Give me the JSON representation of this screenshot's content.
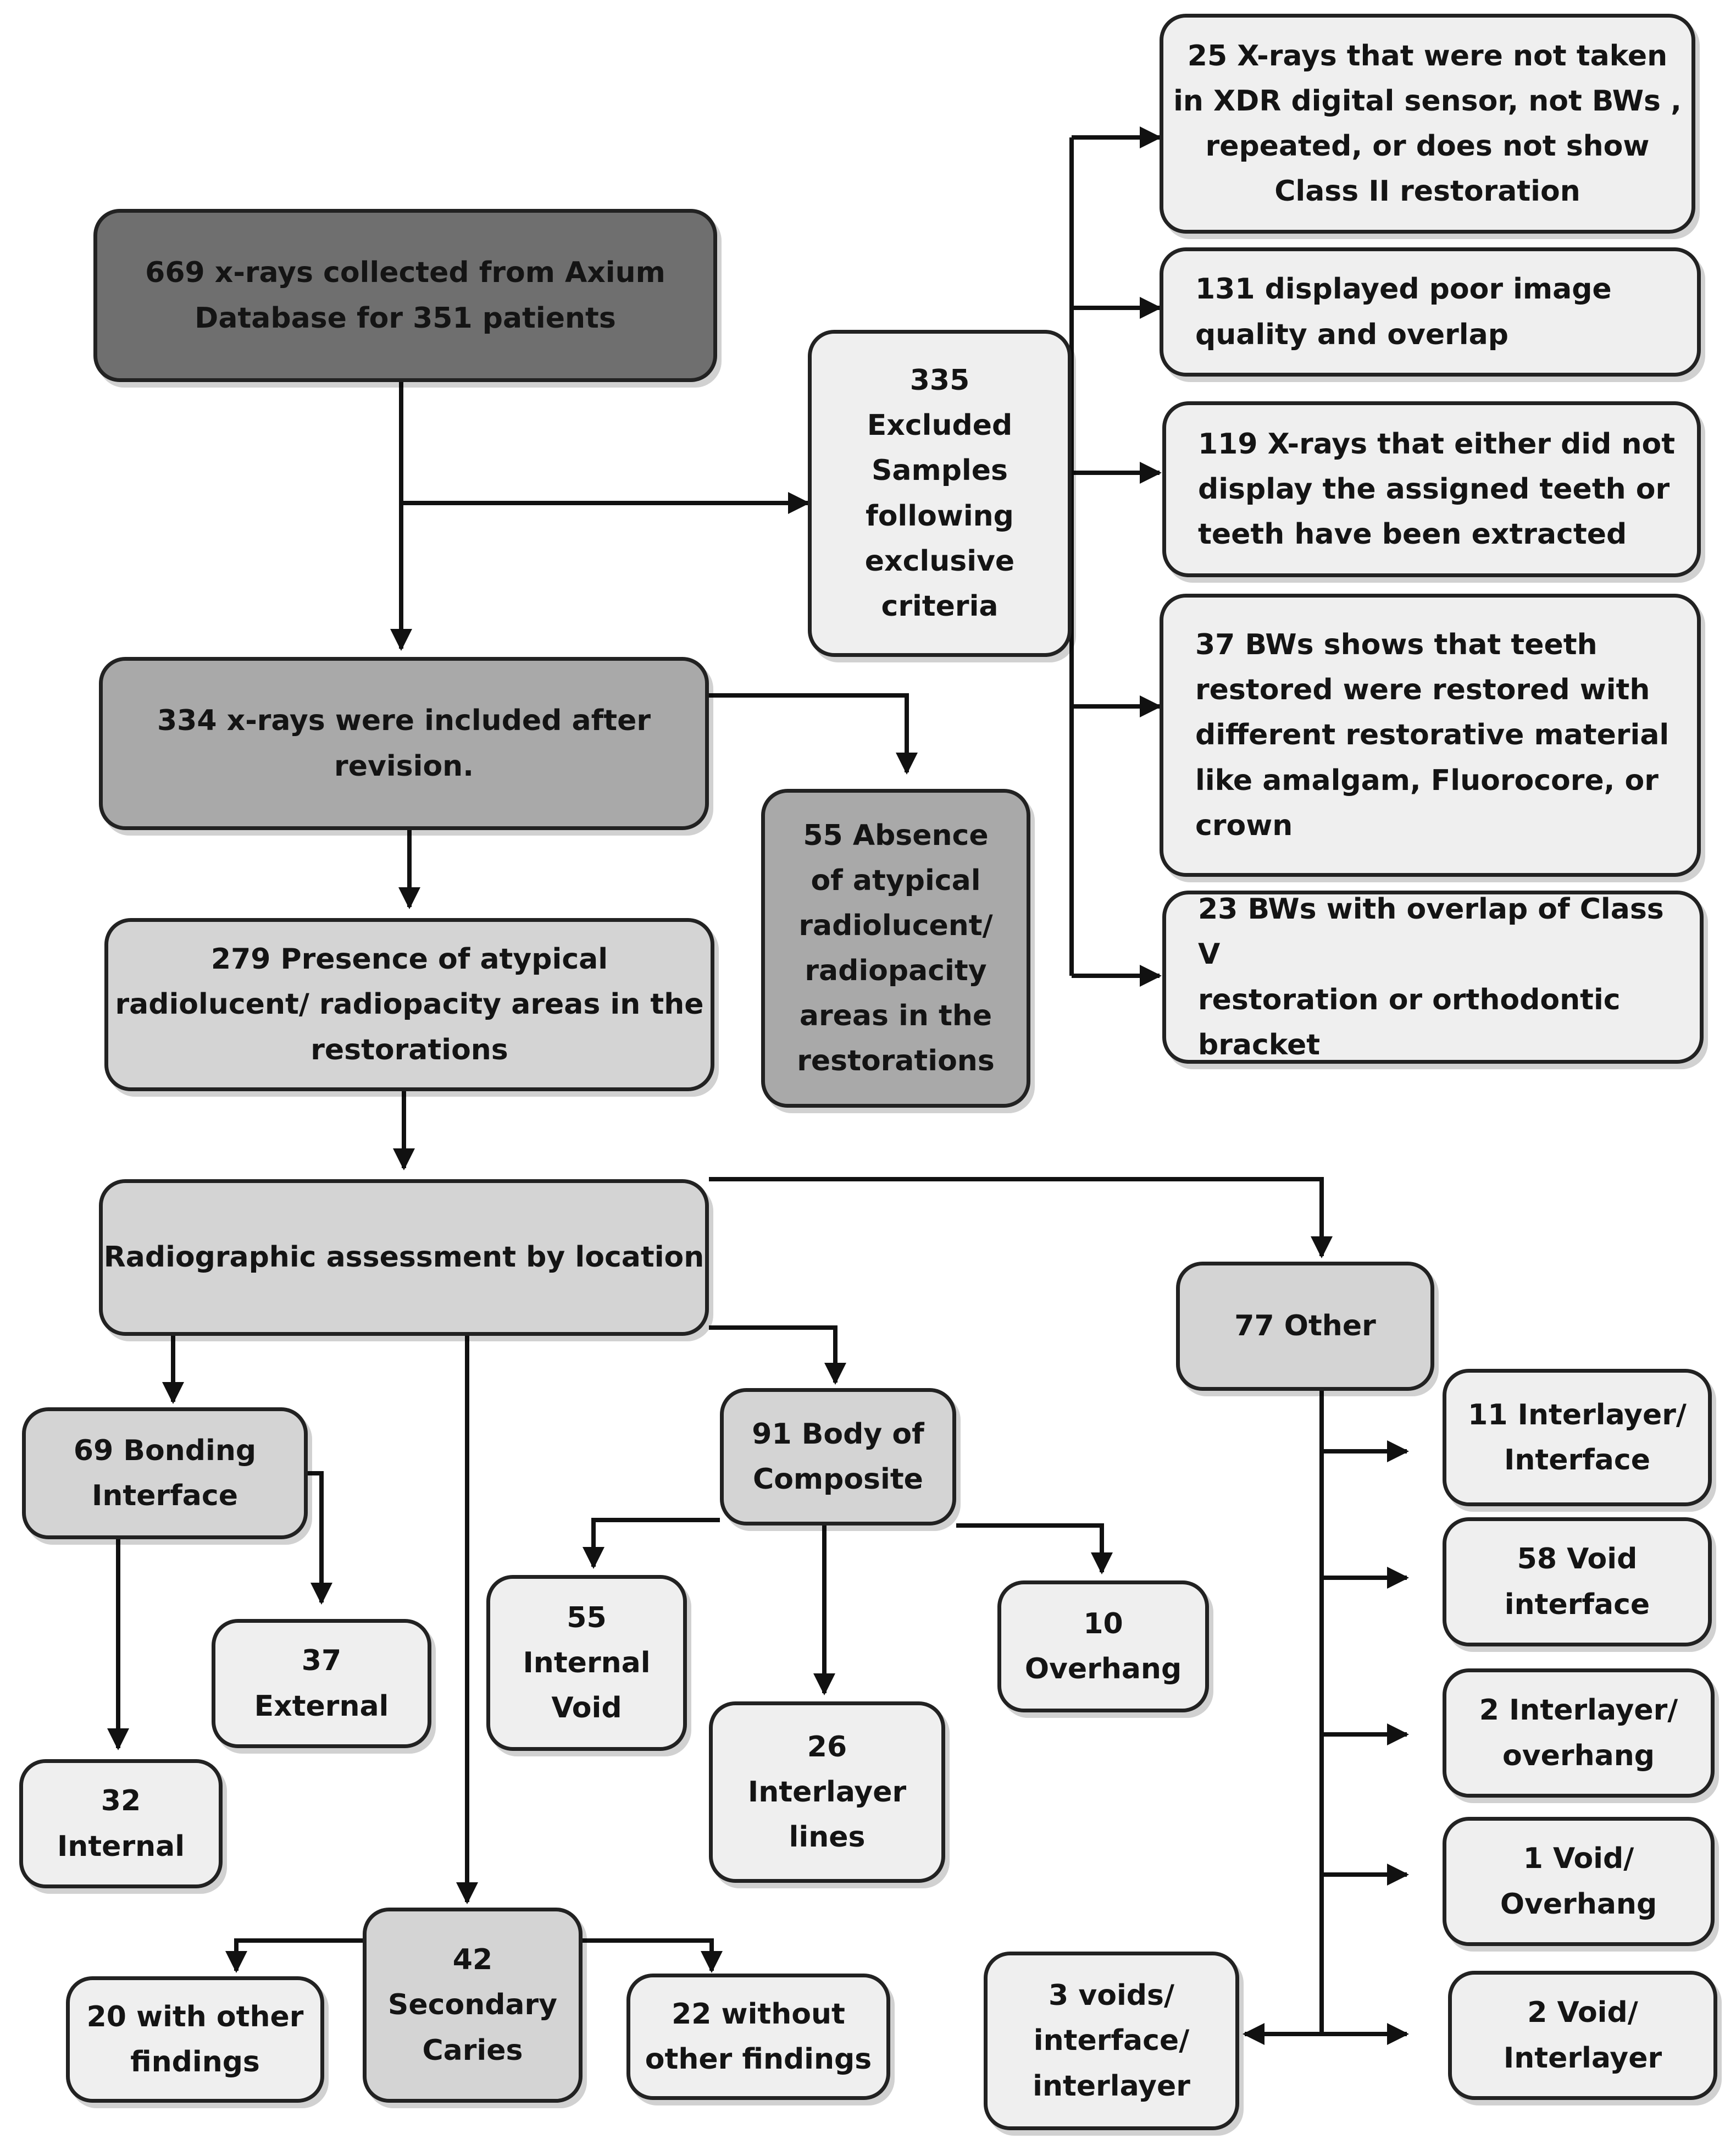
{
  "nodes": {
    "collected": "669 x-rays collected from Axium\nDatabase for 351 patients",
    "excluded": "335\nExcluded\nSamples\nfollowing\nexclusive\ncriteria",
    "excl_1": "25 X-rays that were not taken\nin XDR digital sensor, not BWs ,\nrepeated, or does not show\nClass II restoration",
    "excl_2": "131 displayed poor image\nquality and overlap",
    "excl_3": "119 X-rays that either did not\ndisplay the assigned teeth or\nteeth have been  extracted",
    "excl_4": "37 BWs shows that teeth\nrestored were restored with\ndifferent restorative material\nlike amalgam, Fluorocore, or\ncrown",
    "excl_5": "23 BWs with overlap of Class V\nrestoration or orthodontic\nbracket",
    "included": "334 x-rays were included after\nrevision.",
    "absence": "55 Absence\nof atypical\nradiolucent/\nradiopacity\nareas in the\nrestorations",
    "presence": "279 Presence of atypical\nradiolucent/ radiopacity areas in the\nrestorations",
    "assessment": "Radiographic assessment by location",
    "other": "77 Other",
    "bonding": "69 Bonding\nInterface",
    "external": "37\nExternal",
    "internal": "32\nInternal",
    "body": "91 Body of\nComposite",
    "internal_void": "55\nInternal\nVoid",
    "interlayer_lines": "26\nInterlayer\nlines",
    "overhang": "10\nOverhang",
    "secondary": "42\nSecondary\nCaries",
    "with_other": "20 with other\nfindings",
    "without_other": "22 without\nother findings",
    "o_interlayer_interface": "11 Interlayer/\nInterface",
    "o_void_interface": "58 Void\ninterface",
    "o_interlayer_overhang": "2 Interlayer/\noverhang",
    "o_void_overhang": "1 Void/\nOverhang",
    "o_void_interlayer": "2 Void/\nInterlayer",
    "o_voids_interface_interlayer": "3 voids/\ninterface/\ninterlayer"
  },
  "colors": {
    "dark": "#6f6f6f",
    "mid": "#a9a9a9",
    "light": "#d4d4d4",
    "pale": "#efefef",
    "line": "#111111"
  }
}
